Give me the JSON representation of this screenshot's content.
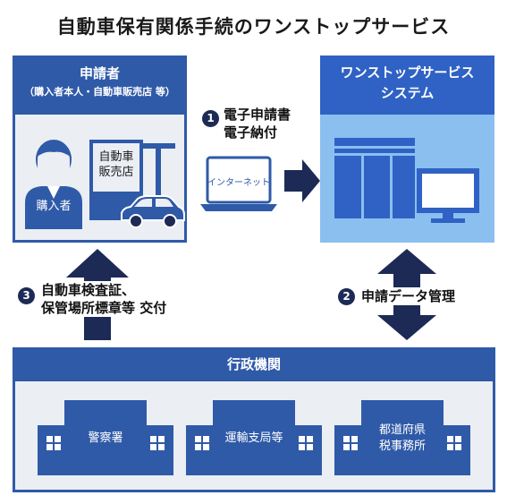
{
  "title": "自動車保有関係手続のワンストップサービス",
  "applicant": {
    "title": "申請者",
    "subtitle": "（購入者本人・自動車販売店 等）",
    "person_label": "購入者",
    "dealer_label_1": "自動車",
    "dealer_label_2": "販売店"
  },
  "system": {
    "title_1": "ワンストップサービス",
    "title_2": "システム"
  },
  "internet_label": "インターネット",
  "steps": [
    {
      "number": "1",
      "line1": "電子申請書",
      "line2": "電子納付"
    },
    {
      "number": "2",
      "line1": "申請データ管理"
    },
    {
      "number": "3",
      "line1": "自動車検査証、",
      "line2": "保管場所標章等 交付"
    }
  ],
  "admin": {
    "title": "行政機関",
    "offices": [
      {
        "line1": "警察署"
      },
      {
        "line1": "運輸支局等"
      },
      {
        "line1": "都道府県",
        "line2": "税事務所"
      }
    ]
  },
  "colors": {
    "header_blue": "#2f5aa8",
    "system_blue": "#8bbff0",
    "arrow_navy": "#1c2a55",
    "panel_gray": "#ebeef3"
  }
}
